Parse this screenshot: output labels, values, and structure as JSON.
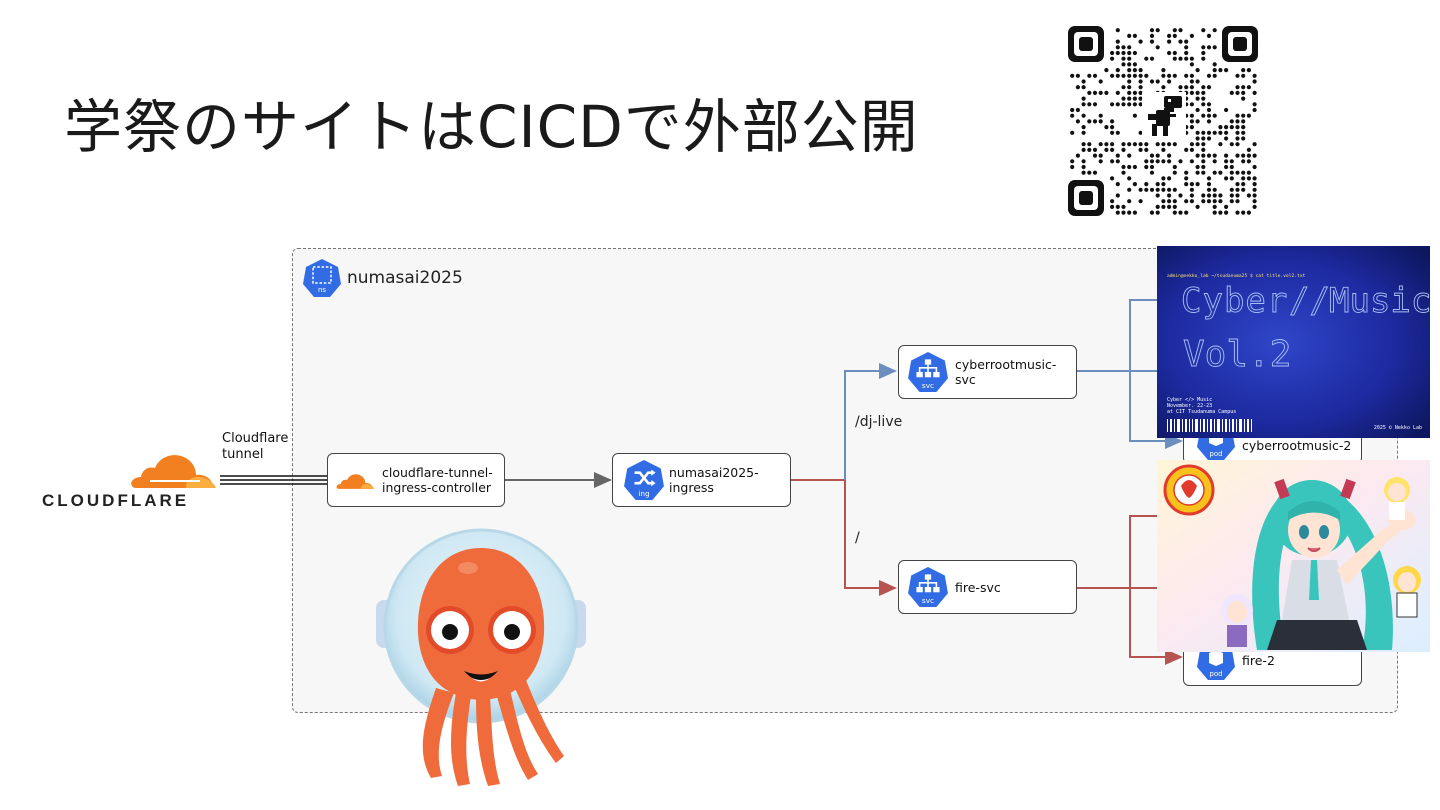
{
  "slide": {
    "title": "学祭のサイトはCICDで外部公開"
  },
  "namespace": {
    "label": "numasai2025",
    "icon": "ns",
    "icon_name": "namespace-icon"
  },
  "cloudflare": {
    "wordmark": "CLOUDFLARE",
    "tunnel_label_line1": "Cloudflare",
    "tunnel_label_line2": "tunnel"
  },
  "nodes": {
    "controller": {
      "line1": "cloudflare-tunnel-",
      "line2": "ingress-controller"
    },
    "ingress": {
      "label": "numasai2025-ingress",
      "icon_text": "ing"
    },
    "svc_cyber": {
      "label": "cyberrootmusic-svc",
      "icon_text": "svc"
    },
    "svc_fire": {
      "label": "fire-svc",
      "icon_text": "svc"
    },
    "pod_cyber": {
      "label": "cyberrootmusic-2",
      "icon_text": "pod"
    },
    "pod_fire": {
      "label": "fire-2",
      "icon_text": "pod"
    }
  },
  "routes": {
    "dj_live": "/dj-live",
    "root": "/"
  },
  "poster_cyber": {
    "prompt": "admin@nekko_lab ~/tsudanuma25 $ cat title.vol2.txt",
    "line1": "Cyber </> Music",
    "line2": "November. 22-23",
    "line3": "at CIT Tsudanuma Campus",
    "credit": "2025 © Nekko Lab"
  },
  "colors": {
    "k8s_blue": "#326ce5",
    "edge_gray": "#666666",
    "edge_blue": "#6c8ebf",
    "edge_red": "#b85450",
    "cf_orange": "#f38020"
  }
}
